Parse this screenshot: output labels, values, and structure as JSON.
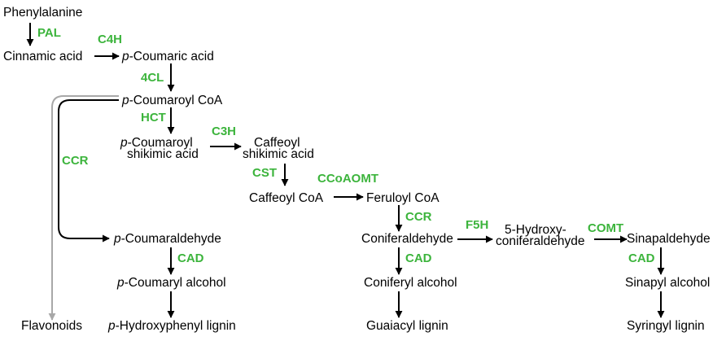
{
  "colors": {
    "text": "#000000",
    "enzyme": "#3cb43c",
    "arrow": "#000000",
    "side_arrow": "#a8a8a8"
  },
  "compounds": {
    "phenylalanine": "Phenylalanine",
    "cinnamic_acid": "Cinnamic acid",
    "p_coumaric_acid": {
      "prefix": "p",
      "rest": "-Coumaric acid"
    },
    "p_coumaroyl_coa": {
      "prefix": "p",
      "rest": "-Coumaroyl CoA"
    },
    "p_coumaroyl_shikimic": {
      "line1_prefix": "p",
      "line1_rest": "-Coumaroyl",
      "line2": "shikimic acid"
    },
    "caffeoyl_shikimic": {
      "line1": "Caffeoyl",
      "line2": "shikimic acid"
    },
    "caffeoyl_coa": "Caffeoyl CoA",
    "feruloyl_coa": "Feruloyl CoA",
    "p_coumaraldehyde": {
      "prefix": "p",
      "rest": "-Coumaraldehyde"
    },
    "coniferaldehyde": "Coniferaldehyde",
    "hydroxy_coniferaldehyde": {
      "line1": "5-Hydroxy-",
      "line2": "coniferaldehyde"
    },
    "sinapaldehyde": "Sinapaldehyde",
    "p_coumaryl_alcohol": {
      "prefix": "p",
      "rest": "-Coumaryl alcohol"
    },
    "coniferyl_alcohol": "Coniferyl alcohol",
    "sinapyl_alcohol": "Sinapyl alcohol",
    "flavonoids": "Flavonoids",
    "p_hydroxyphenyl_lignin": {
      "prefix": "p",
      "rest": "-Hydroxyphenyl lignin"
    },
    "guaiacyl_lignin": "Guaiacyl lignin",
    "syringyl_lignin": "Syringyl lignin"
  },
  "enzymes": {
    "pal": "PAL",
    "c4h": "C4H",
    "cl4": "4CL",
    "hct": "HCT",
    "c3h": "C3H",
    "cst": "CST",
    "ccoaomt": "CCoAOMT",
    "ccr_left": "CCR",
    "ccr_right": "CCR",
    "f5h": "F5H",
    "comt": "COMT",
    "cad_left": "CAD",
    "cad_mid": "CAD",
    "cad_right": "CAD"
  }
}
